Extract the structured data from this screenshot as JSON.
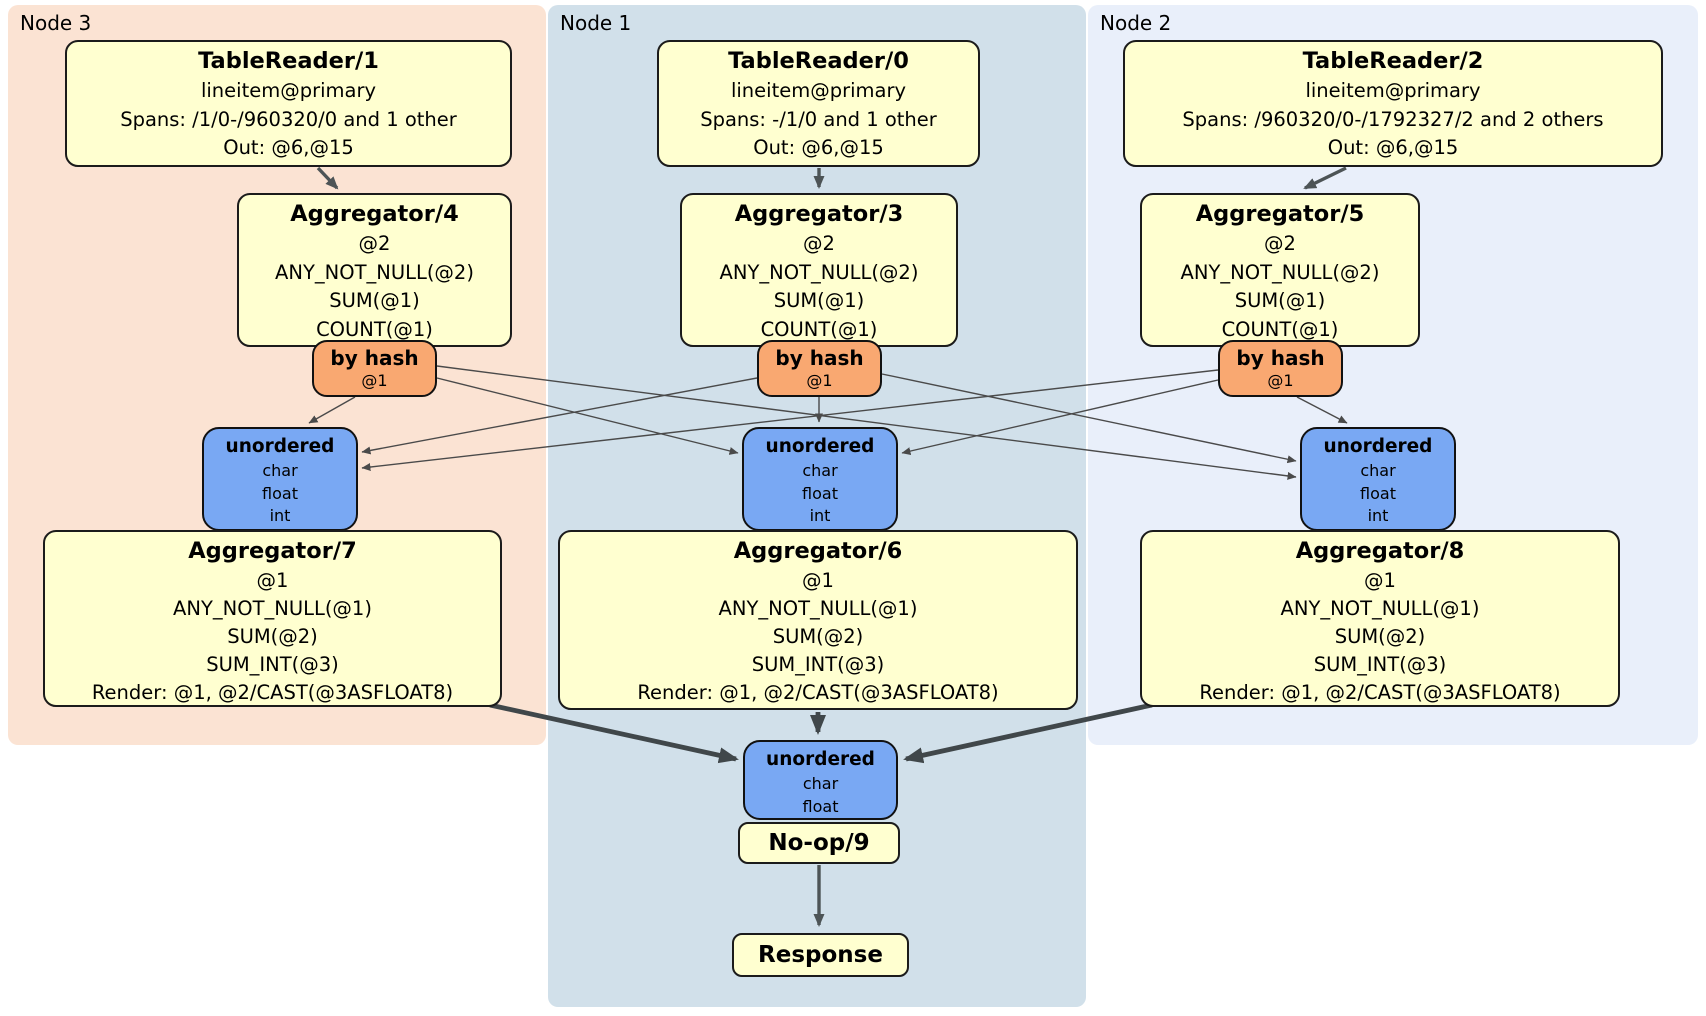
{
  "colors": {
    "node3_panel_bg": "#fbe3d3",
    "node1_panel_bg": "#d1e0ea",
    "node2_panel_bg": "#e9effa",
    "processor_box_bg": "#ffffd0",
    "hash_router_bg": "#f9a871",
    "sync_box_bg": "#79a8f3",
    "edge_color": "#474e52"
  },
  "nodes": [
    {
      "label": "Node 3",
      "table_reader": {
        "title": "TableReader/1",
        "lines": [
          "lineitem@primary",
          "Spans: /1/0-/960320/0 and 1 other",
          "Out: @6,@15"
        ]
      },
      "aggregator_top": {
        "title": "Aggregator/4",
        "lines": [
          "@2",
          "ANY_NOT_NULL(@2)",
          "SUM(@1)",
          "COUNT(@1)"
        ]
      },
      "router": {
        "label": "by hash",
        "key": "@1"
      },
      "sync": {
        "label": "unordered",
        "columns": [
          "char",
          "float",
          "int"
        ]
      },
      "aggregator_bottom": {
        "title": "Aggregator/7",
        "lines": [
          "@1",
          "ANY_NOT_NULL(@1)",
          "SUM(@2)",
          "SUM_INT(@3)",
          "Render: @1, @2/CAST(@3ASFLOAT8)"
        ]
      }
    },
    {
      "label": "Node 1",
      "table_reader": {
        "title": "TableReader/0",
        "lines": [
          "lineitem@primary",
          "Spans: -/1/0 and 1 other",
          "Out: @6,@15"
        ]
      },
      "aggregator_top": {
        "title": "Aggregator/3",
        "lines": [
          "@2",
          "ANY_NOT_NULL(@2)",
          "SUM(@1)",
          "COUNT(@1)"
        ]
      },
      "router": {
        "label": "by hash",
        "key": "@1"
      },
      "sync": {
        "label": "unordered",
        "columns": [
          "char",
          "float",
          "int"
        ]
      },
      "aggregator_bottom": {
        "title": "Aggregator/6",
        "lines": [
          "@1",
          "ANY_NOT_NULL(@1)",
          "SUM(@2)",
          "SUM_INT(@3)",
          "Render: @1, @2/CAST(@3ASFLOAT8)"
        ]
      }
    },
    {
      "label": "Node 2",
      "table_reader": {
        "title": "TableReader/2",
        "lines": [
          "lineitem@primary",
          "Spans: /960320/0-/1792327/2 and 2 others",
          "Out: @6,@15"
        ]
      },
      "aggregator_top": {
        "title": "Aggregator/5",
        "lines": [
          "@2",
          "ANY_NOT_NULL(@2)",
          "SUM(@1)",
          "COUNT(@1)"
        ]
      },
      "router": {
        "label": "by hash",
        "key": "@1"
      },
      "sync": {
        "label": "unordered",
        "columns": [
          "char",
          "float",
          "int"
        ]
      },
      "aggregator_bottom": {
        "title": "Aggregator/8",
        "lines": [
          "@1",
          "ANY_NOT_NULL(@1)",
          "SUM(@2)",
          "SUM_INT(@3)",
          "Render: @1, @2/CAST(@3ASFLOAT8)"
        ]
      }
    }
  ],
  "final": {
    "sync": {
      "label": "unordered",
      "columns": [
        "char",
        "float"
      ]
    },
    "noop_label": "No-op/9",
    "response_label": "Response"
  }
}
